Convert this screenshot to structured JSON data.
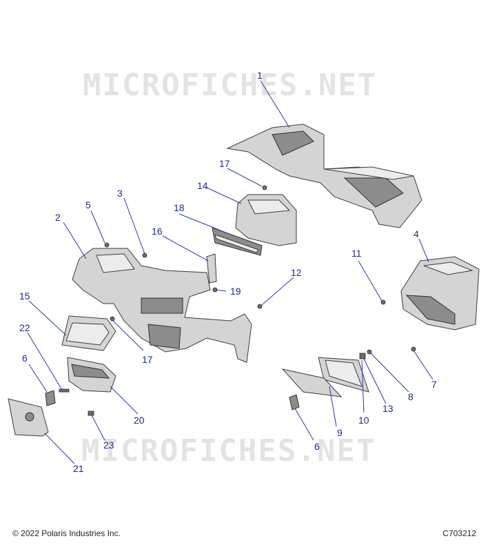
{
  "watermark": {
    "text": "MICROFICHES.NET"
  },
  "footer": {
    "copyright": "© 2022 Polaris Industries Inc.",
    "code": "C703212"
  },
  "callouts": [
    "1",
    "2",
    "3",
    "4",
    "5",
    "6",
    "7",
    "8",
    "9",
    "10",
    "11",
    "12",
    "13",
    "14",
    "15",
    "16",
    "17",
    "18",
    "19",
    "20",
    "21",
    "22",
    "23",
    "6",
    "17"
  ],
  "colors": {
    "callout": "#1f2a8c",
    "leader": "#2b39a6",
    "watermark": "#e3e3e3"
  }
}
